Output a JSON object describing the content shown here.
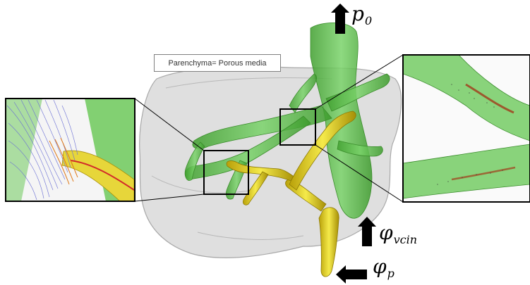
{
  "annotation": {
    "parenchyma_label": "Parenchyma= Porous media"
  },
  "boundary_labels": {
    "outlet_pressure": {
      "symbol": "p",
      "subscript": "0"
    },
    "vena_cava_flux": {
      "symbol": "φ",
      "subscript": "vcin"
    },
    "portal_flux": {
      "symbol": "φ",
      "subscript": "p"
    }
  },
  "colors": {
    "parenchyma": "#c8c8c8",
    "hepatic_vessels": "#5fc34a",
    "portal_vessels": "#e3d21a",
    "arrows": "#000000",
    "streamlines": "#6b6fd4"
  }
}
